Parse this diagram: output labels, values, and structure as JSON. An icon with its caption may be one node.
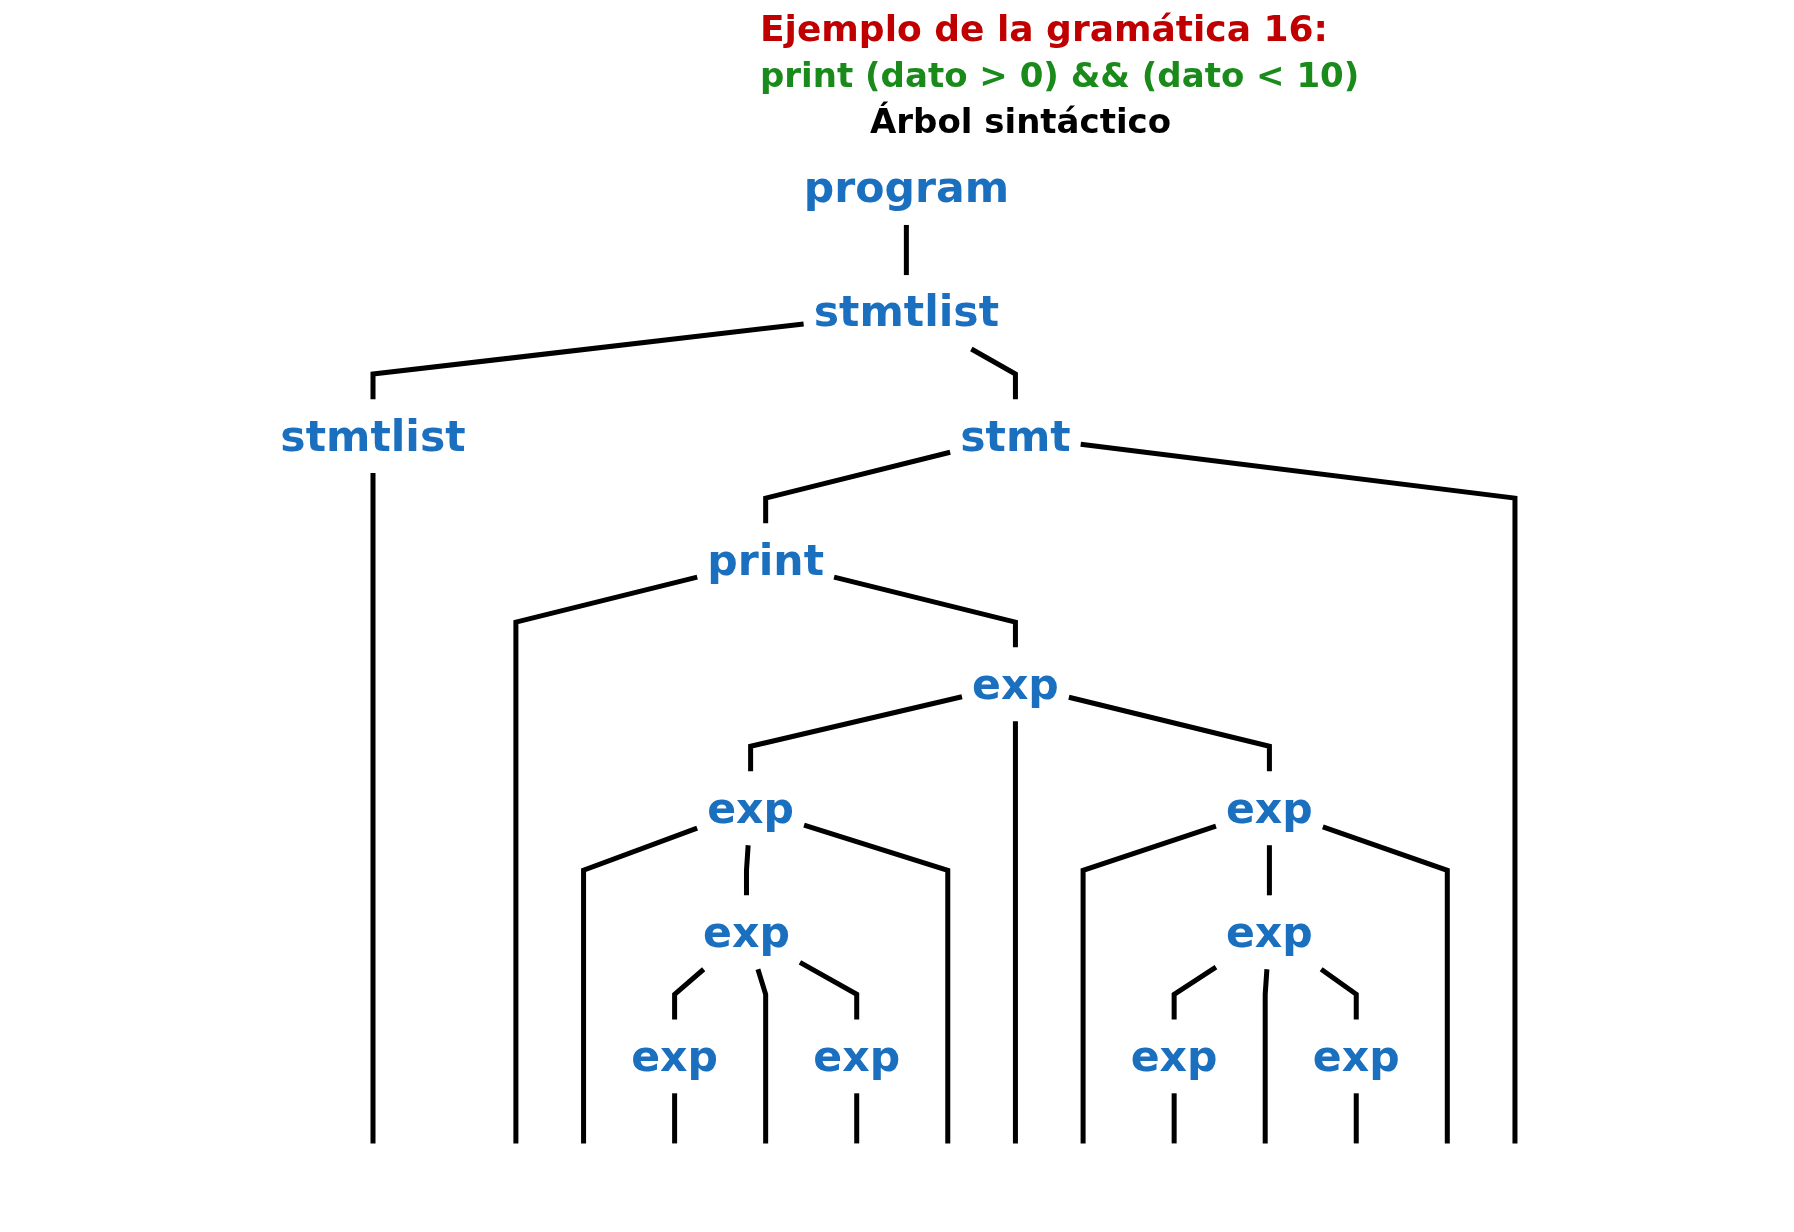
{
  "diagram": {
    "title": "Ejemplo de la gramática 16:",
    "nodes": [
      {
        "text": [
          "program"
        ]
      },
      {
        "text": [
          "stmtlist"
        ]
      },
      {
        "text": [
          "stmt"
        ]
      },
      {
        "text": [
          "stmtlist"
        ]
      },
      {
        "text": [
          "print"
        ]
      },
      {
        "text": [
          "exp"
        ]
      },
      {
        "text": [
          "exp"
        ]
      },
      {
        "text": [
          "exp"
        ]
      },
      {
        "text": [
          "exp"
        ]
      },
      {
        "text": [
          "exp"
        ]
      },
      {
        "text": [
          "exp"
        ]
      },
      {
        "text": [
          "exp"
        ]
      },
      {
        "text": [
          "exp"
        ]
      },
      {
        "text": [
          "exp"
        ]
      }
    ],
    "edges": [
      {
        "from": 0,
        "to": 1,
        "arrow": "none"
      },
      {
        "from": 1,
        "to": 3,
        "arrow": "none"
      },
      {
        "from": 1,
        "to": 2,
        "arrow": "none"
      },
      {
        "from": 2,
        "to": 4,
        "arrow": "none"
      },
      {
        "from": 2,
        "to": null,
        "arrow": "none"
      },
      {
        "from": 3,
        "to": null,
        "arrow": "none"
      },
      {
        "from": 4,
        "to": null,
        "arrow": "none"
      },
      {
        "from": 4,
        "to": 5,
        "arrow": "none"
      },
      {
        "from": 5,
        "to": 6,
        "arrow": "none"
      },
      {
        "from": 5,
        "to": null,
        "arrow": "none"
      },
      {
        "from": 5,
        "to": 7,
        "arrow": "none"
      },
      {
        "from": 6,
        "to": null,
        "arrow": "none"
      },
      {
        "from": 6,
        "to": 8,
        "arrow": "none"
      },
      {
        "from": 6,
        "to": null,
        "arrow": "none"
      },
      {
        "from": 8,
        "to": 10,
        "arrow": "none"
      },
      {
        "from": 8,
        "to": null,
        "arrow": "none"
      },
      {
        "from": 8,
        "to": 11,
        "arrow": "none"
      },
      {
        "from": 10,
        "to": null,
        "arrow": "none"
      },
      {
        "from": 11,
        "to": null,
        "arrow": "none"
      },
      {
        "from": 7,
        "to": null,
        "arrow": "none"
      },
      {
        "from": 7,
        "to": 9,
        "arrow": "none"
      },
      {
        "from": 7,
        "to": null,
        "arrow": "none"
      },
      {
        "from": 9,
        "to": 12,
        "arrow": "none"
      },
      {
        "from": 9,
        "to": null,
        "arrow": "none"
      },
      {
        "from": 9,
        "to": 13,
        "arrow": "none"
      },
      {
        "from": 12,
        "to": null,
        "arrow": "none"
      },
      {
        "from": 13,
        "to": null,
        "arrow": "none"
      }
    ],
    "labels": [
      "print (dato > 0) && (dato < 10)",
      "Árbol sintáctico"
    ]
  }
}
